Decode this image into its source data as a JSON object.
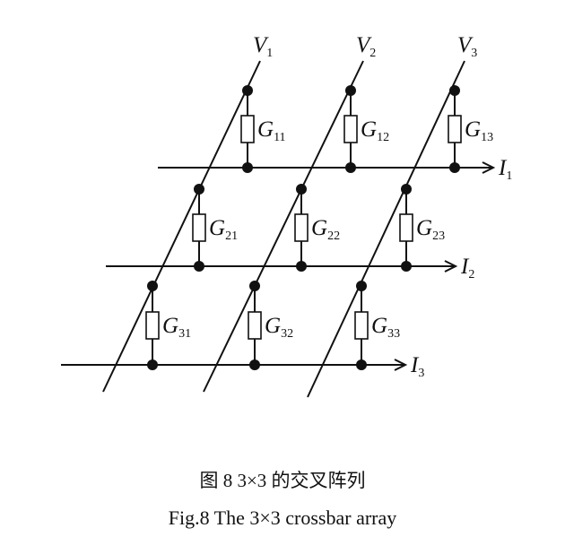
{
  "diagram": {
    "columns": [
      {
        "label": "V",
        "sub": "1"
      },
      {
        "label": "V",
        "sub": "2"
      },
      {
        "label": "V",
        "sub": "3"
      }
    ],
    "rows": [
      {
        "label": "I",
        "sub": "1"
      },
      {
        "label": "I",
        "sub": "2"
      },
      {
        "label": "I",
        "sub": "3"
      }
    ],
    "conductances": [
      [
        {
          "label": "G",
          "sub": "11"
        },
        {
          "label": "G",
          "sub": "12"
        },
        {
          "label": "G",
          "sub": "13"
        }
      ],
      [
        {
          "label": "G",
          "sub": "21"
        },
        {
          "label": "G",
          "sub": "22"
        },
        {
          "label": "G",
          "sub": "23"
        }
      ],
      [
        {
          "label": "G",
          "sub": "31"
        },
        {
          "label": "G",
          "sub": "32"
        },
        {
          "label": "G",
          "sub": "33"
        }
      ]
    ]
  },
  "caption": {
    "chinese": "图 8 3×3 的交叉阵列",
    "english": "Fig.8 The 3×3 crossbar array"
  }
}
